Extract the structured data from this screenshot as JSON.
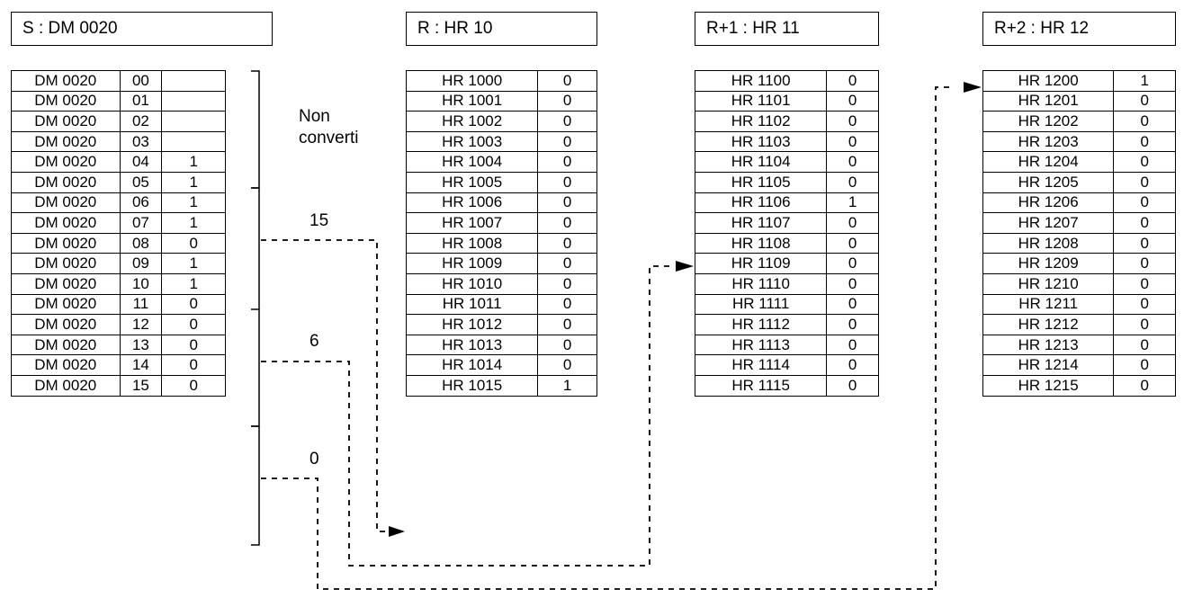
{
  "headers": {
    "source": "S : DM 0020",
    "r": "R : HR 10",
    "r1": "R+1 : HR 11",
    "r2": "R+2 : HR 12"
  },
  "source_table": {
    "rows": [
      {
        "word": "DM 0020",
        "bit": "00",
        "val": ""
      },
      {
        "word": "DM 0020",
        "bit": "01",
        "val": ""
      },
      {
        "word": "DM 0020",
        "bit": "02",
        "val": ""
      },
      {
        "word": "DM 0020",
        "bit": "03",
        "val": ""
      },
      {
        "word": "DM 0020",
        "bit": "04",
        "val": "1"
      },
      {
        "word": "DM 0020",
        "bit": "05",
        "val": "1"
      },
      {
        "word": "DM 0020",
        "bit": "06",
        "val": "1"
      },
      {
        "word": "DM 0020",
        "bit": "07",
        "val": "1"
      },
      {
        "word": "DM 0020",
        "bit": "08",
        "val": "0"
      },
      {
        "word": "DM 0020",
        "bit": "09",
        "val": "1"
      },
      {
        "word": "DM 0020",
        "bit": "10",
        "val": "1"
      },
      {
        "word": "DM 0020",
        "bit": "11",
        "val": "0"
      },
      {
        "word": "DM 0020",
        "bit": "12",
        "val": "0"
      },
      {
        "word": "DM 0020",
        "bit": "13",
        "val": "0"
      },
      {
        "word": "DM 0020",
        "bit": "14",
        "val": "0"
      },
      {
        "word": "DM 0020",
        "bit": "15",
        "val": "0"
      }
    ]
  },
  "digit_labels": {
    "non_converted_line1": "Non",
    "non_converted_line2": "converti",
    "digit1": "15",
    "digit2": "6",
    "digit3": "0"
  },
  "r_table": {
    "rows": [
      {
        "addr": "HR 1000",
        "val": "0"
      },
      {
        "addr": "HR 1001",
        "val": "0"
      },
      {
        "addr": "HR 1002",
        "val": "0"
      },
      {
        "addr": "HR 1003",
        "val": "0"
      },
      {
        "addr": "HR 1004",
        "val": "0"
      },
      {
        "addr": "HR 1005",
        "val": "0"
      },
      {
        "addr": "HR 1006",
        "val": "0"
      },
      {
        "addr": "HR 1007",
        "val": "0"
      },
      {
        "addr": "HR 1008",
        "val": "0"
      },
      {
        "addr": "HR 1009",
        "val": "0"
      },
      {
        "addr": "HR 1010",
        "val": "0"
      },
      {
        "addr": "HR 1011",
        "val": "0"
      },
      {
        "addr": "HR 1012",
        "val": "0"
      },
      {
        "addr": "HR 1013",
        "val": "0"
      },
      {
        "addr": "HR 1014",
        "val": "0"
      },
      {
        "addr": "HR 1015",
        "val": "1"
      }
    ]
  },
  "r1_table": {
    "rows": [
      {
        "addr": "HR 1100",
        "val": "0"
      },
      {
        "addr": "HR 1101",
        "val": "0"
      },
      {
        "addr": "HR 1102",
        "val": "0"
      },
      {
        "addr": "HR 1103",
        "val": "0"
      },
      {
        "addr": "HR 1104",
        "val": "0"
      },
      {
        "addr": "HR 1105",
        "val": "0"
      },
      {
        "addr": "HR 1106",
        "val": "1"
      },
      {
        "addr": "HR 1107",
        "val": "0"
      },
      {
        "addr": "HR 1108",
        "val": "0"
      },
      {
        "addr": "HR 1109",
        "val": "0"
      },
      {
        "addr": "HR 1110",
        "val": "0"
      },
      {
        "addr": "HR 1111",
        "val": "0"
      },
      {
        "addr": "HR 1112",
        "val": "0"
      },
      {
        "addr": "HR 1113",
        "val": "0"
      },
      {
        "addr": "HR 1114",
        "val": "0"
      },
      {
        "addr": "HR 1115",
        "val": "0"
      }
    ]
  },
  "r2_table": {
    "rows": [
      {
        "addr": "HR 1200",
        "val": "1"
      },
      {
        "addr": "HR 1201",
        "val": "0"
      },
      {
        "addr": "HR 1202",
        "val": "0"
      },
      {
        "addr": "HR 1203",
        "val": "0"
      },
      {
        "addr": "HR 1204",
        "val": "0"
      },
      {
        "addr": "HR 1205",
        "val": "0"
      },
      {
        "addr": "HR 1206",
        "val": "0"
      },
      {
        "addr": "HR 1207",
        "val": "0"
      },
      {
        "addr": "HR 1208",
        "val": "0"
      },
      {
        "addr": "HR 1209",
        "val": "0"
      },
      {
        "addr": "HR 1210",
        "val": "0"
      },
      {
        "addr": "HR 1211",
        "val": "0"
      },
      {
        "addr": "HR 1212",
        "val": "0"
      },
      {
        "addr": "HR 1213",
        "val": "0"
      },
      {
        "addr": "HR 1214",
        "val": "0"
      },
      {
        "addr": "HR 1215",
        "val": "0"
      }
    ]
  }
}
